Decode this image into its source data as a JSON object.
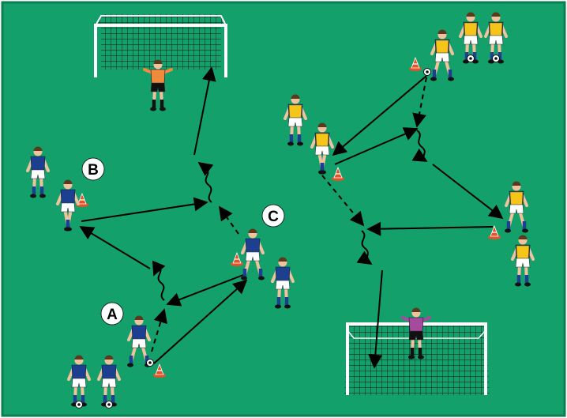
{
  "colors": {
    "pitch": "#13a06b",
    "border": "#0b7e52",
    "goal_frame": "#ffffff",
    "net": "#111111",
    "blue_kit": "#1d3f8f",
    "blue_shorts": "#ffffff",
    "yellow_bib": "#f5c518",
    "keeper_top_left": "#f08a3c",
    "keeper_top_right": "#a64a9c",
    "keeper_shorts": "#111111",
    "skin": "#f0c39e",
    "hair": "#5a3a1f",
    "cone": "#e2532a",
    "arrow": "#000000"
  },
  "markers": [
    {
      "id": "a",
      "text": "A"
    },
    {
      "id": "b",
      "text": "B"
    },
    {
      "id": "c",
      "text": "C"
    }
  ],
  "icons": {
    "goal": "goal-icon",
    "player": "player-icon",
    "goalkeeper": "goalkeeper-icon",
    "cone": "cone-icon",
    "ball": "ball-icon"
  }
}
